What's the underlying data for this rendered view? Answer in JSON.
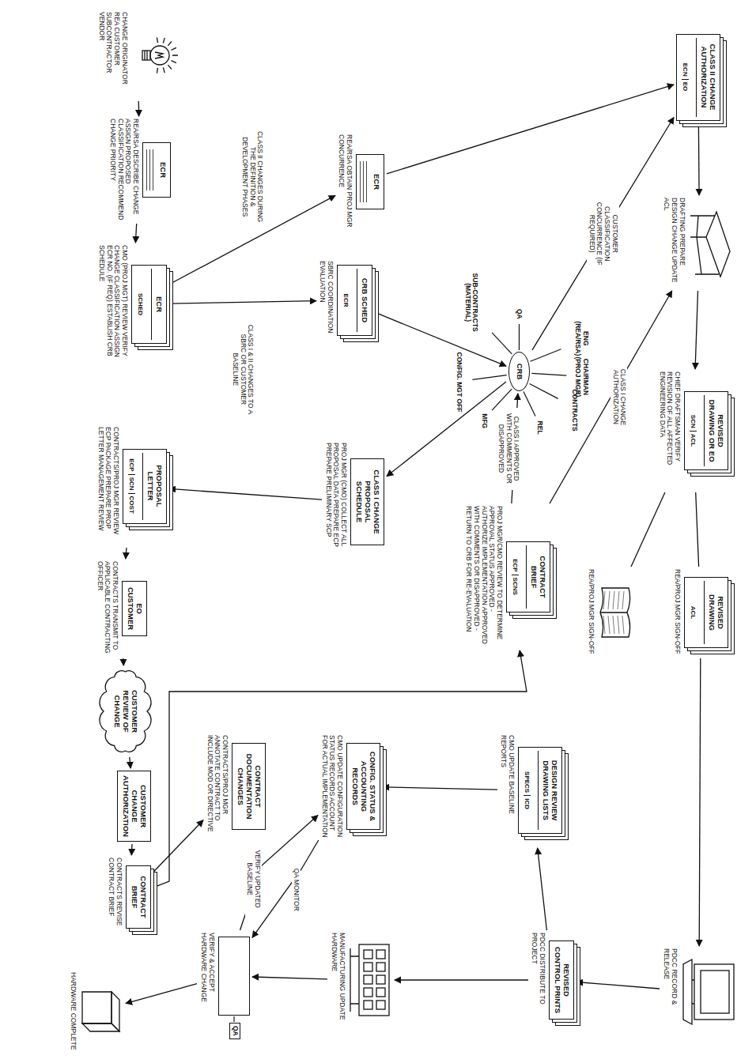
{
  "diagram": {
    "nodes": [
      {
        "text": [
          "CHANGE ORIGINATOR REA CUSTOMER SUBCONTRACTOR VENDOR"
        ]
      },
      {
        "text": [
          "ECR",
          "REA/RSA DESCRIBE CHANGE ASSIGN PROPOSED CLASSIFICATION RECOMMEND CHANGE PRIORITY"
        ]
      },
      {
        "text": [
          "ECR",
          "SCHED",
          "CMO (PROJ MGT) REVIEW VERIFY CHANGE CLASSIFICATION ASSIGN ECR NO. (IF REQ) ESTABLISH CRB SCHEDULE"
        ]
      },
      {
        "text": [
          "ECR",
          "REA/RSA OBTAIN PROJ MGR CONCURRENCE"
        ]
      },
      {
        "text": [
          "CRB SCHED",
          "ECR",
          "SBRC COORDINATION EVALUATION"
        ]
      },
      {
        "text": [
          "CRB"
        ]
      },
      {
        "text": [
          "CLASS II CHANGE AUTHORIZATION",
          "ECN",
          "EO"
        ]
      },
      {
        "text": [
          "DRAFTING PREPARE DESIGN CHANGE UPDATE ACL"
        ]
      },
      {
        "text": [
          "REVISED DRAWING OR EO",
          "SCN",
          "ACL",
          "CHIEF DRAFTSMAN VERIFY REVISION OF ALL AFFECTED ENGINEERING DATA"
        ]
      },
      {
        "text": [
          "REVISED DRAWING",
          "ACL",
          "REA/PROJ MGR SIGN-OFF"
        ]
      },
      {
        "text": [
          "REA/PROJ MGR SIGN-OFF"
        ]
      },
      {
        "text": [
          "PDCC RECORD & RELEASE"
        ]
      },
      {
        "text": [
          "CLASS I CHANGE PROPOSAL SCHEDULE",
          "PROJ MGR (CMO) COLLECT ALL PROPOSAL DATA PREPARE ECP PREPARE PRELIMINARY SCP"
        ]
      },
      {
        "text": [
          "CONTRACT BRIEF",
          "ECP",
          "SCNS",
          "PROJ MGR/CMO REVIEW TO DETERMINE APPROVAL STATUS APPROVED - AUTHORIZE IMPLEMENTATION APPROVED WITH COMMENTS OR DISAPPROVED - RETURN TO CRB FOR RE-EVALUATION"
        ]
      },
      {
        "text": [
          "PROPOSAL LETTER",
          "ECP",
          "SCN",
          "COST",
          "CONTRACTS/PROJ MGR REVIEW ECP PACKAGE PREPARE PROP LETTER MANAGEMENT REVIEW"
        ]
      },
      {
        "text": [
          "EO CUSTOMER",
          "CONTRACTS TRANSMIT TO APPLICABLE CONTRACTING OFFICER"
        ]
      },
      {
        "text": [
          "CUSTOMER REVIEW OF CHANGE"
        ]
      },
      {
        "text": [
          "CUSTOMER CHANGE AUTHORIZATION"
        ]
      },
      {
        "text": [
          "CONTRACT BRIEF",
          "CONTRACTS REVISE CONTRACT BRIEF"
        ]
      },
      {
        "text": [
          "CONTRACT DOCUMENTATION CHANGES",
          "CONTRACTS/PROJ MGR ANNOTATE CONTRACT TO INCLUDE MOD OR DIRECTIVE"
        ]
      },
      {
        "text": [
          "DESIGN REVIEW DRAWING LISTS",
          "SPECS",
          "ICD",
          "CMO UPDATE BASELINE REPORTS"
        ]
      },
      {
        "text": [
          "CONFIG. STATUS & ACCOUNTING RECORDS",
          "CMO UPDATE CONFIGURATION STATUS RECORDS ACCOUNT FOR ACTUAL IMPLEMENTATION"
        ]
      },
      {
        "text": [
          "REVISED CONTROL PRINTS",
          "PDCC DISTRIBUTE TO PROJECT"
        ]
      },
      {
        "text": [
          "MANUFACTURING UPDATE HARDWARE"
        ]
      },
      {
        "text": [
          "VERIFY & ACCEPT HARDWARE CHANGE"
        ]
      },
      {
        "text": [
          "HARDWARE COMPLETE"
        ]
      }
    ],
    "edges": [
      {
        "from": 0,
        "to": 1,
        "arrow": "to"
      },
      {
        "from": 1,
        "to": 2,
        "arrow": "to"
      },
      {
        "from": 2,
        "to": 3,
        "label": "CLASS II CHANGES DURING THE DEFINITION & DEVELOPMENT PHASES",
        "arrow": "to"
      },
      {
        "from": 3,
        "to": 6,
        "arrow": "to"
      },
      {
        "from": 2,
        "to": 4,
        "label": "CLASS I & II CHANGES TO A SBRC OR CUSTOMER BASELINE",
        "arrow": "to"
      },
      {
        "from": 4,
        "to": 5,
        "arrow": "to"
      },
      {
        "from": 5,
        "to": 6,
        "label": "CUSTOMER CLASSIFICATION CONCURRENCE (IF REQUIRED)",
        "arrow": "to"
      },
      {
        "from": 6,
        "to": 7,
        "arrow": "to"
      },
      {
        "from": 7,
        "to": 8,
        "arrow": "to"
      },
      {
        "from": 8,
        "to": 9,
        "arrow": "none"
      },
      {
        "from": 8,
        "to": 10,
        "arrow": "none"
      },
      {
        "from": 9,
        "to": 11,
        "arrow": "to"
      },
      {
        "from": 5,
        "to": 12,
        "arrow": "to"
      },
      {
        "from": 12,
        "to": 14,
        "arrow": "to"
      },
      {
        "from": 14,
        "to": 15,
        "arrow": "to"
      },
      {
        "from": 15,
        "to": 16,
        "arrow": "to"
      },
      {
        "from": 16,
        "to": 17,
        "arrow": "to"
      },
      {
        "from": 17,
        "to": 18,
        "arrow": "to"
      },
      {
        "from": 18,
        "to": 19,
        "arrow": "to"
      },
      {
        "from": 18,
        "to": 13,
        "arrow": "to"
      },
      {
        "from": 13,
        "to": 5,
        "label": "CLASS I APPROVED WITH COMMENTS OR DISAPPROVED",
        "arrow": "to"
      },
      {
        "from": 13,
        "to": 7,
        "label": "CLASS I CHANGE AUTHORIZATION",
        "arrow": "to"
      },
      {
        "from": 11,
        "to": 22,
        "arrow": "to"
      },
      {
        "from": 22,
        "to": 20,
        "arrow": "to"
      },
      {
        "from": 22,
        "to": 23,
        "arrow": "to"
      },
      {
        "from": 20,
        "to": 21,
        "arrow": "to"
      },
      {
        "from": 23,
        "to": 24,
        "arrow": "to"
      },
      {
        "from": 24,
        "to": 25,
        "arrow": "to"
      },
      {
        "from": 21,
        "to": 24,
        "label": "QA MONITOR",
        "arrow": "to"
      },
      {
        "from": 24,
        "to": 21,
        "label": "VERIFY UPDATED BASELINE",
        "arrow": "to"
      }
    ],
    "labels": [
      "CHAIRMAN (PROJ MGR)",
      "CONTRACTS",
      "REL",
      "MFG",
      "CONFIG. MGT OFF",
      "SUB-CONTRACTS (MATERIAL)",
      "QA",
      "ENG (REA/RSA)",
      "QA"
    ]
  }
}
